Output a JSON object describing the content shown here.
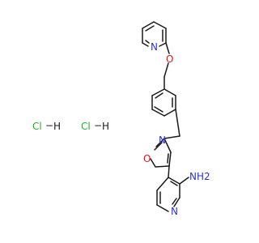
{
  "colors": {
    "bond": "#1a1a1a",
    "carbon_text": "#1a1a1a",
    "nitrogen": "#2b33d9",
    "oxygen": "#e8101a",
    "chlorine": "#21b321"
  },
  "atoms": {
    "n_pyridine_top": "N",
    "o_ether": "O",
    "n_isoxazole": "N",
    "o_isoxazole": "O",
    "nh2": "NH2",
    "n_pyridine_bottom": "N"
  },
  "salts": [
    {
      "cl": "Cl",
      "bond": "−",
      "h": "H"
    },
    {
      "cl": "Cl",
      "bond": "−",
      "h": "H"
    }
  ]
}
